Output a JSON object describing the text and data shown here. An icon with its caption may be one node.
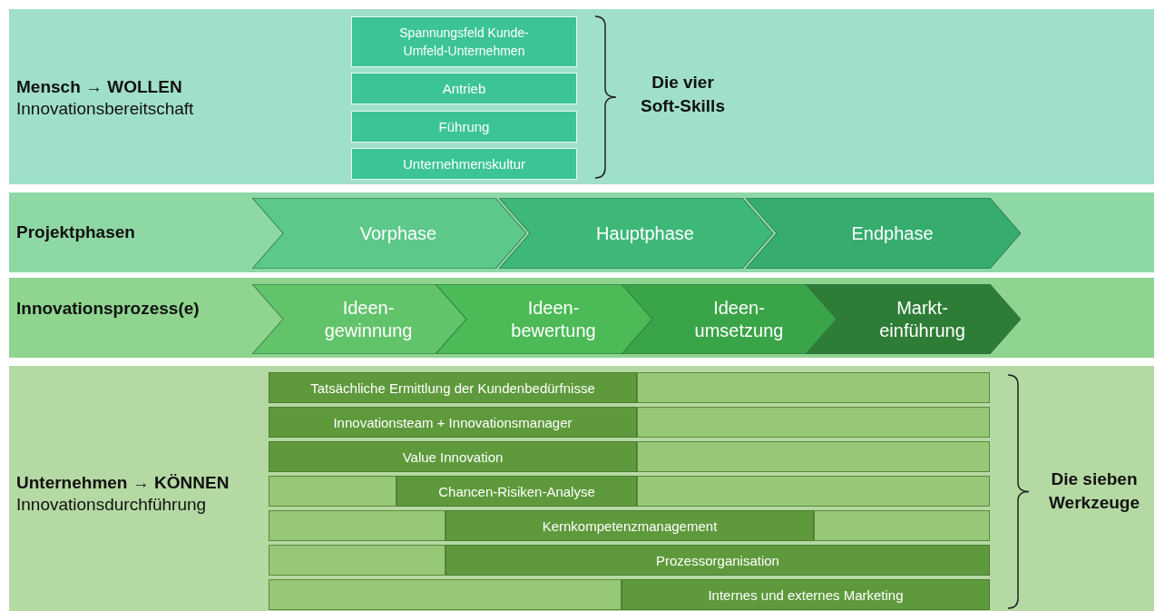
{
  "diagram": {
    "nodes": [
      {
        "text": [
          "Mensch → WOLLEN",
          "Innovationsbereitschaft"
        ]
      },
      {
        "text": [
          "Spannungsfeld Kunde-Umfeld-Unternehmen"
        ],
        "in": 0
      },
      {
        "text": [
          "Antrieb"
        ],
        "in": 0
      },
      {
        "text": [
          "Führung"
        ],
        "in": 0
      },
      {
        "text": [
          "Unternehmenskultur"
        ],
        "in": 0
      },
      {
        "text": [
          "Projektphasen"
        ]
      },
      {
        "text": [
          "Vorphase"
        ],
        "in": 5
      },
      {
        "text": [
          "Hauptphase"
        ],
        "in": 5
      },
      {
        "text": [
          "Endphase"
        ],
        "in": 5
      },
      {
        "text": [
          "Innovationsprozess(e)"
        ]
      },
      {
        "text": [
          "Ideen- gewinnung"
        ],
        "in": 9
      },
      {
        "text": [
          "Ideen- bewertung"
        ],
        "in": 9
      },
      {
        "text": [
          "Ideen- umsetzung"
        ],
        "in": 9
      },
      {
        "text": [
          "Markt- einführung"
        ],
        "in": 9
      },
      {
        "text": [
          "Unternehmen → KÖNNEN",
          "Innovationsdurchführung"
        ]
      },
      {
        "text": [
          "Tatsächliche Ermittlung der Kundenbedürfnisse"
        ],
        "in": 14
      },
      {
        "text": [
          "Innovationsteam + Innovationsmanager"
        ],
        "in": 14
      },
      {
        "text": [
          "Value Innovation"
        ],
        "in": 14
      },
      {
        "text": [
          "Chancen-Risiken-Analyse"
        ],
        "in": 14
      },
      {
        "text": [
          "Kernkompetenzmanagement"
        ],
        "in": 14
      },
      {
        "text": [
          "Prozessorganisation"
        ],
        "in": 14
      },
      {
        "text": [
          "Internes und externes Marketing"
        ],
        "in": 14
      }
    ],
    "edges": [],
    "labels": [
      "Die vier Soft-Skills",
      "Die sieben Werkzeuge"
    ]
  }
}
